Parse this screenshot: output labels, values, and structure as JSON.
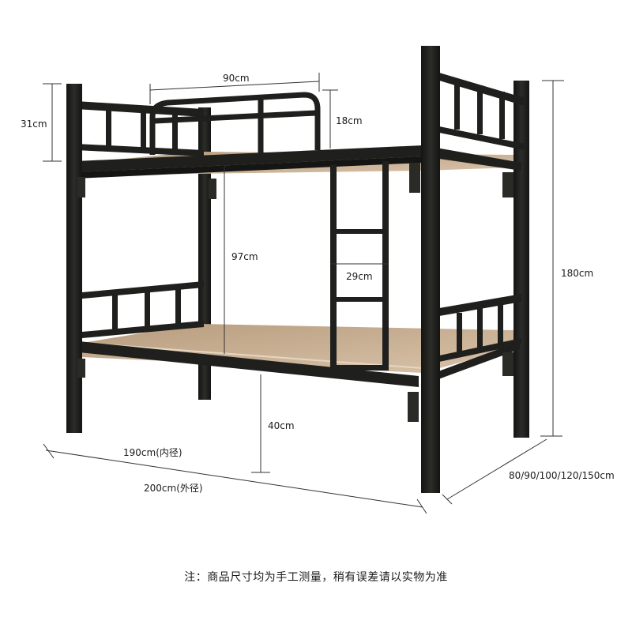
{
  "dimensions": {
    "headboard_height": "31cm",
    "width_top": "90cm",
    "guardrail_height": "18cm",
    "bunk_gap": "97cm",
    "ladder_width": "29cm",
    "total_height": "180cm",
    "floor_clearance": "40cm",
    "inner_length": "190cm(内径)",
    "outer_length": "200cm(外径)",
    "width_options": "80/90/100/120/150cm"
  },
  "note": "注：商品尺寸均为手工测量，稍有误差请以实物为准",
  "colors": {
    "frame": "#1f1f1d",
    "frame_highlight": "#3a3a36",
    "board": "#c9b093",
    "board_edge": "#e6d6c2",
    "dimension_line": "#333333"
  }
}
